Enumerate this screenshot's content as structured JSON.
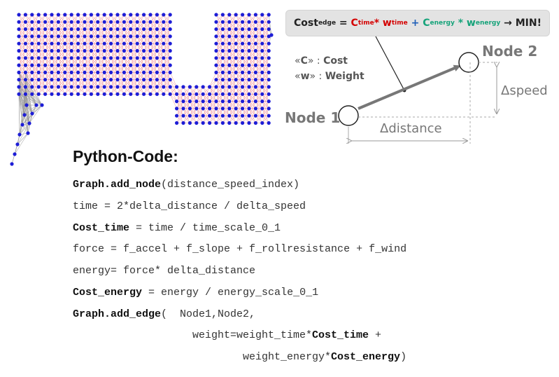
{
  "formula": {
    "cost": "Cost",
    "cost_sub": "edge",
    "eq": " = ",
    "c_time": "C",
    "c_time_sub": "time",
    "star1": "* ",
    "w_time": "w",
    "w_time_sub": "time",
    "plus": " + ",
    "c_energy": "C",
    "c_energy_sub": "energy",
    "star2": " * ",
    "w_energy": "w",
    "w_energy_sub": "energy",
    "tail": " → MIN!"
  },
  "legend": {
    "c_open": "«",
    "c_letter": "C",
    "c_close": "»",
    "c_desc_sep": " : ",
    "c_desc": "Cost",
    "w_open": "«",
    "w_letter": "w",
    "w_close": "»",
    "w_desc_sep": " : ",
    "w_desc": "Weight"
  },
  "diagram": {
    "node1": "Node 1",
    "node2": "Node 2",
    "dspeed": "Δspeed",
    "ddistance": "Δdistance",
    "colors": {
      "node_text": "#777777",
      "arrow": "#777777",
      "dims": "#999999"
    }
  },
  "code": {
    "title": "Python-Code:",
    "l1_a": "Graph.add_node",
    "l1_b": "(distance_speed_index)",
    "l2": "time = 2*delta_distance / delta_speed",
    "l3_a": "Cost_time",
    "l3_b": " = time / time_scale_0_1",
    "l4": "force = f_accel + f_slope + f_rollresistance + f_wind",
    "l5": "energy= force* delta_distance",
    "l6_a": "Cost_energy",
    "l6_b": " = energy / energy_scale_0_1",
    "l7_a": "Graph.add_edge",
    "l7_b": "(  Node1,Node2,",
    "l8_a": "weight=weight_time*",
    "l8_b": "Cost_time",
    "l8_c": " +",
    "l9_a": "weight_energy*",
    "l9_b": "Cost_energy",
    "l9_c": ")"
  },
  "graph": {
    "colors": {
      "node": "#1d1dd6",
      "edge_red": "#e8303a",
      "edge_gray": "#9a9a9a"
    }
  }
}
